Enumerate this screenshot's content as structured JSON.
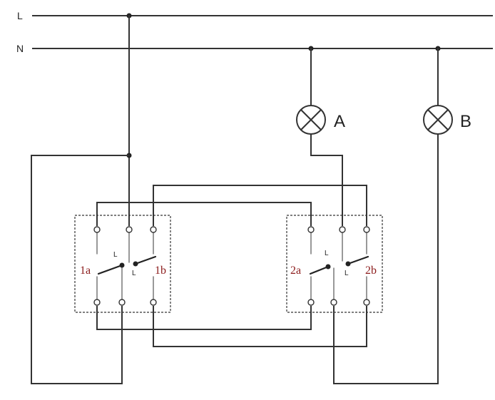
{
  "rails": {
    "line": "L",
    "neutral": "N"
  },
  "lamps": {
    "a": "A",
    "b": "B"
  },
  "switches": {
    "s1a": "1a",
    "s1b": "1b",
    "s2a": "2a",
    "s2b": "2b",
    "common": "L"
  },
  "colors": {
    "wire": "#333333",
    "switch_label": "#8b1a1a"
  }
}
